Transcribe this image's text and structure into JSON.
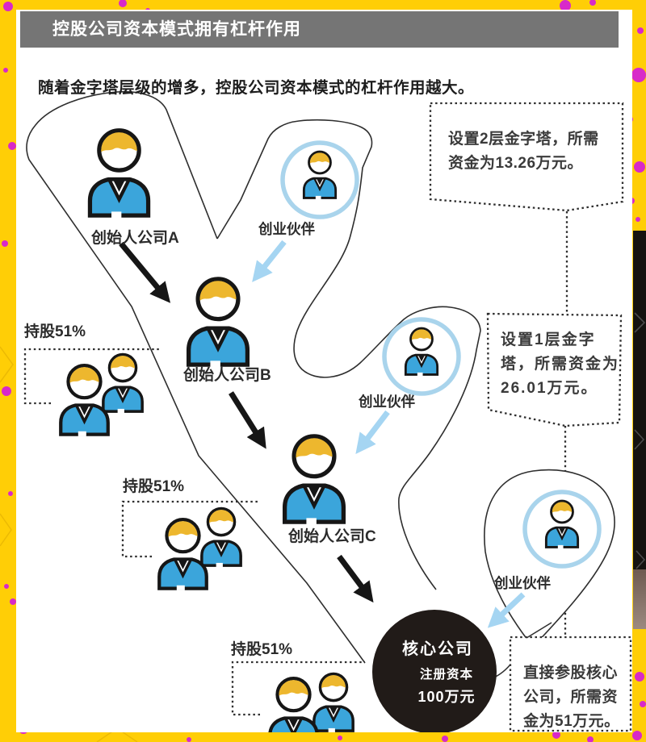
{
  "header": {
    "title": "控股公司资本模式拥有杠杆作用"
  },
  "intro": {
    "text": "随着金字塔层级的增多，控股公司资本模式的杠杆作用越大。"
  },
  "nodes": {
    "founder_a": "创始人公司A",
    "founder_b": "创始人公司B",
    "founder_c": "创始人公司C",
    "partners": [
      "创业伙伴",
      "创业伙伴",
      "创业伙伴"
    ],
    "core": {
      "name": "核心公司",
      "capital_label": "注册资本",
      "capital_value": "100万元"
    }
  },
  "holdings": [
    "持股51%",
    "持股51%",
    "持股51%"
  ],
  "callouts": [
    {
      "lines": [
        "设置2层金字塔，所需",
        "资金为13.26万元。"
      ]
    },
    {
      "lines": [
        "设置1层金字",
        "塔，所需资金为",
        "26.01万元。"
      ]
    },
    {
      "lines": [
        "直接参股核心",
        "公司，所需资",
        "金为51万元。"
      ]
    }
  ],
  "colors": {
    "yellow": "#FFCE06",
    "magenta": "#D829C9",
    "shirt_blue": "#3BA5DB",
    "hair_gold": "#EDB72E",
    "ring_blue": "#A9D4EC",
    "sky_arrow": "#A5D5F2",
    "ink": "#161616",
    "bar_gray": "#757575",
    "core_black": "#211B18"
  }
}
